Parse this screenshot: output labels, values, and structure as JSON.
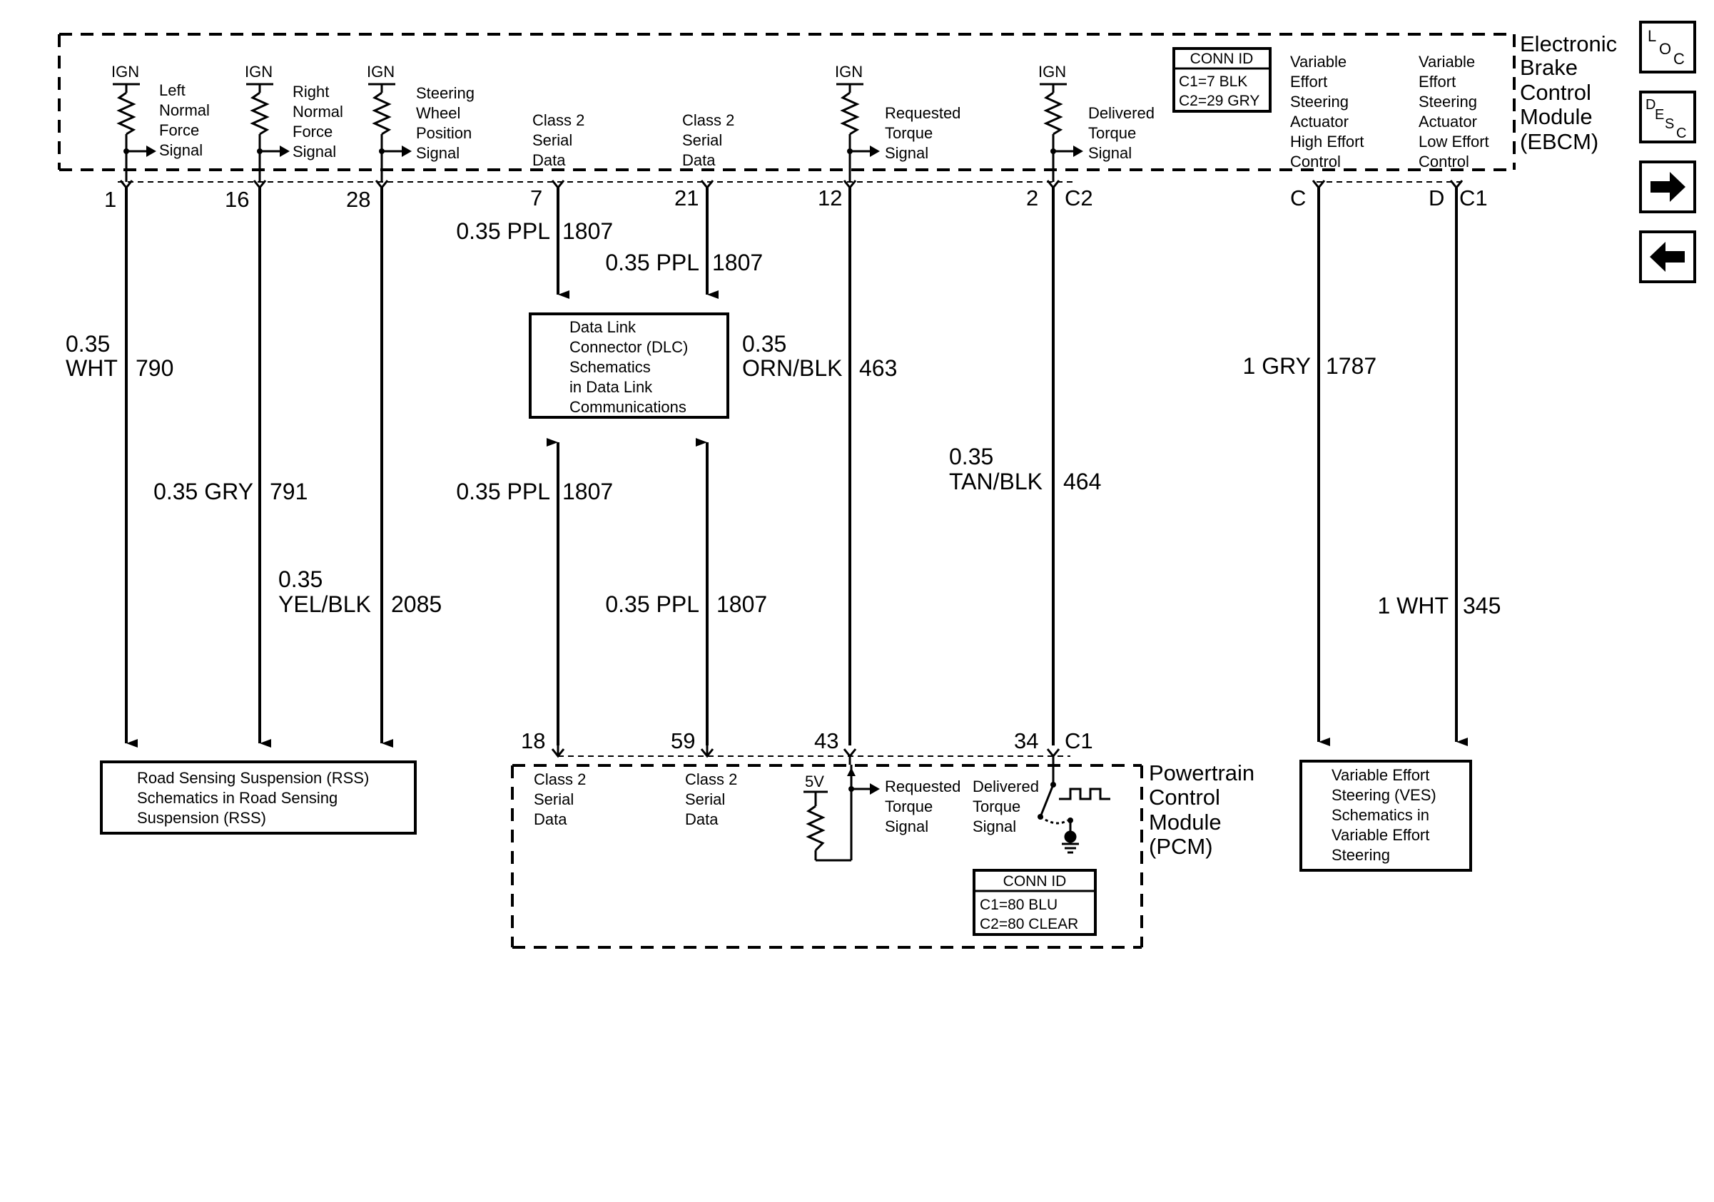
{
  "ebcm": {
    "title_lines": [
      "Electronic",
      "Brake",
      "Control",
      "Module",
      "(EBCM)"
    ],
    "conn_id": {
      "header": "CONN ID",
      "lines": [
        "C1=7 BLK",
        "C2=29 GRY"
      ]
    },
    "ign_label": "IGN",
    "inputs": [
      {
        "label": [
          "Left",
          "Normal",
          "Force",
          "Signal"
        ]
      },
      {
        "label": [
          "Right",
          "Normal",
          "Force",
          "Signal"
        ]
      },
      {
        "label": [
          "Steering",
          "Wheel",
          "Position",
          "Signal"
        ]
      },
      {
        "label": [
          "Requested",
          "Torque",
          "Signal"
        ]
      },
      {
        "label": [
          "Delivered",
          "Torque",
          "Signal"
        ]
      }
    ],
    "serial_labels": [
      [
        "Class 2",
        "Serial",
        "Data"
      ],
      [
        "Class 2",
        "Serial",
        "Data"
      ]
    ],
    "actuators": [
      [
        "Variable",
        "Effort",
        "Steering",
        "Actuator",
        "High Effort",
        "Control"
      ],
      [
        "Variable",
        "Effort",
        "Steering",
        "Actuator",
        "Low Effort",
        "Control"
      ]
    ],
    "pins": [
      "1",
      "16",
      "28",
      "7",
      "21",
      "12",
      "2",
      "C2",
      "C",
      "D",
      "C1"
    ]
  },
  "wires": {
    "w790": {
      "gauge": "0.35",
      "color": "WHT",
      "circuit": "790"
    },
    "w791": {
      "gauge_color": "0.35 GRY",
      "circuit": "791"
    },
    "w2085": {
      "gauge": "0.35",
      "color": "YEL/BLK",
      "circuit": "2085"
    },
    "w1807a": {
      "gauge_color": "0.35 PPL",
      "circuit": "1807"
    },
    "w1807b": {
      "gauge_color": "0.35 PPL",
      "circuit": "1807"
    },
    "w1807c": {
      "gauge_color": "0.35 PPL",
      "circuit": "1807"
    },
    "w1807d": {
      "gauge_color": "0.35 PPL",
      "circuit": "1807"
    },
    "w463": {
      "gauge": "0.35",
      "color": "ORN/BLK",
      "circuit": "463"
    },
    "w464": {
      "gauge": "0.35",
      "color": "TAN/BLK",
      "circuit": "464"
    },
    "w1787": {
      "gauge_color": "1 GRY",
      "circuit": "1787"
    },
    "w345": {
      "gauge_color": "1 WHT",
      "circuit": "345"
    }
  },
  "dlc_box": [
    "Data Link",
    "Connector (DLC)",
    "Schematics",
    "in Data Link",
    "Communications"
  ],
  "rss_box": [
    "Road Sensing Suspension (RSS)",
    "Schematics in Road Sensing",
    "Suspension (RSS)"
  ],
  "ves_box": [
    "Variable Effort",
    "Steering (VES)",
    "Schematics in",
    "Variable Effort",
    "Steering"
  ],
  "pcm": {
    "title_lines": [
      "Powertrain",
      "Control",
      "Module",
      "(PCM)"
    ],
    "pins": [
      "18",
      "59",
      "43",
      "34",
      "C1"
    ],
    "serial_labels": [
      [
        "Class 2",
        "Serial",
        "Data"
      ],
      [
        "Class 2",
        "Serial",
        "Data"
      ]
    ],
    "voltage": "5V",
    "requested": [
      "Requested",
      "Torque",
      "Signal"
    ],
    "delivered": [
      "Delivered",
      "Torque",
      "Signal"
    ],
    "conn_id": {
      "header": "CONN ID",
      "lines": [
        "C1=80 BLU",
        "C2=80 CLEAR"
      ]
    }
  },
  "nav": {
    "loc": [
      "L",
      "O",
      "C"
    ],
    "desc": [
      "D",
      "E",
      "S",
      "C"
    ],
    "forward_icon": "arrow-right-icon",
    "back_icon": "arrow-left-icon"
  }
}
